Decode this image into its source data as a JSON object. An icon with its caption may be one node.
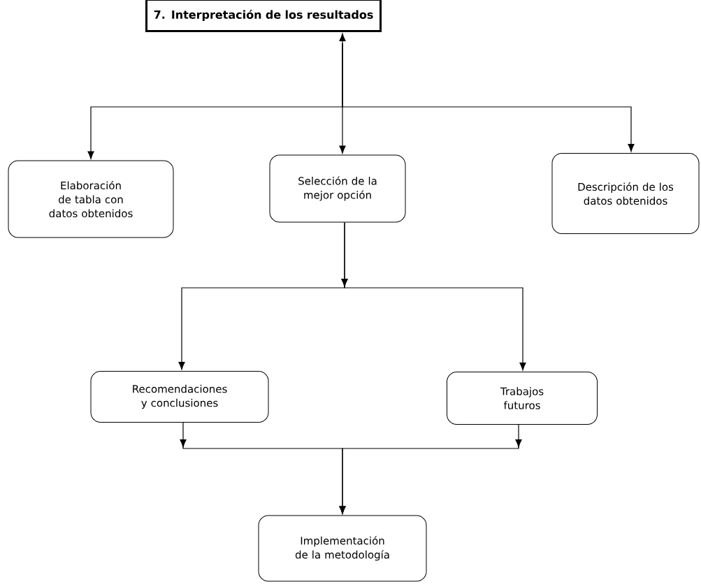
{
  "diagram": {
    "nodes": [
      {
        "text": [
          "7. Interpretación de los resultados"
        ]
      },
      {
        "text": [
          "Elaboración de tabla con datos obtenidos"
        ]
      },
      {
        "text": [
          "Selección de la mejor opción"
        ]
      },
      {
        "text": [
          "Descripción de los datos obtenidos"
        ]
      },
      {
        "text": [
          "Recomendaciones y conclusiones"
        ]
      },
      {
        "text": [
          "Trabajos futuros"
        ]
      },
      {
        "text": [
          "Implementación de la metodología"
        ]
      }
    ],
    "edges": [
      {
        "from": 0,
        "to": 2,
        "arrow": "both"
      },
      {
        "from": 0,
        "to": 1,
        "arrow": "to"
      },
      {
        "from": 0,
        "to": 3,
        "arrow": "to"
      },
      {
        "from": 2,
        "to": 4,
        "arrow": "to"
      },
      {
        "from": 2,
        "to": 5,
        "arrow": "to"
      },
      {
        "from": 4,
        "to": 6,
        "arrow": "to"
      },
      {
        "from": 5,
        "to": 6,
        "arrow": "to"
      }
    ]
  }
}
